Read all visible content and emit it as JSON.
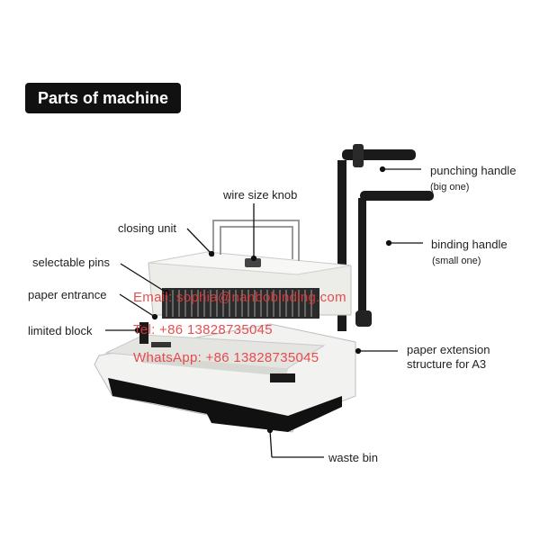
{
  "title": "Parts of machine",
  "labels": {
    "wire_size_knob": "wire size knob",
    "closing_unit": "closing unit",
    "selectable_pins": "selectable pins",
    "paper_entrance": "paper entrance",
    "limited_block": "limited block",
    "punching_handle": "punching handle",
    "punching_handle_note": "(big one)",
    "binding_handle": "binding handle",
    "binding_handle_note": "(small one)",
    "paper_extension_line1": "paper extension",
    "paper_extension_line2": "structure for A3",
    "waste_bin": "waste bin"
  },
  "watermark": {
    "email": "Email: sophia@nanbobinding.com",
    "tel": "Tel: +86 13828735045",
    "whatsapp": "WhatsApp: +86 13828735045"
  },
  "colors": {
    "badge_bg": "#111111",
    "watermark": "#e53b3b",
    "machine_body": "#e9e9e6",
    "machine_dark": "#1a1a1a"
  }
}
